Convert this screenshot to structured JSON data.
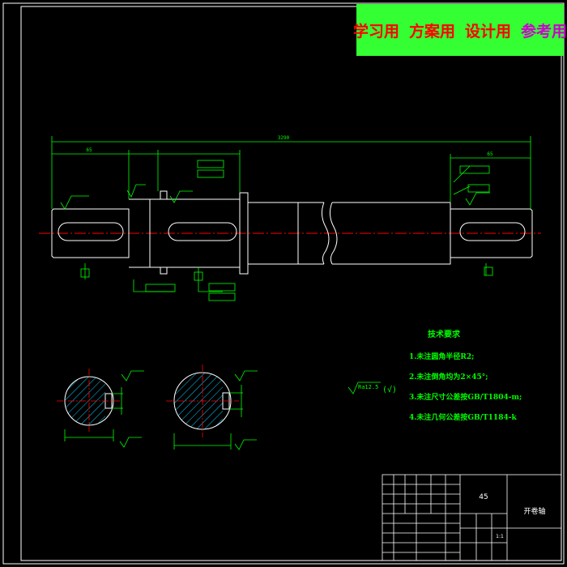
{
  "banner": {
    "study": "学习用",
    "plan": "方案用",
    "design": "设计用",
    "reference": "参考用",
    "colors": {
      "background": "#33ff33",
      "study": "#ff0000",
      "plan": "#ff0000",
      "design": "#ff0000",
      "reference": "#cc00cc"
    }
  },
  "tech_requirements": {
    "title": "技术要求",
    "items": [
      "1.未注圆角半径R2;",
      "2.未注倒角均为2×45°;",
      "3.未注尺寸公差按GB/T1804-m;",
      "4.未注几何公差按GB/T1184-k"
    ]
  },
  "surface_finish": {
    "value": "Ra12.5",
    "suffix": "(√)"
  },
  "dimensions": {
    "overall_length": "3290",
    "left_length": "65",
    "right_length": "65"
  },
  "title_block": {
    "material": "45",
    "part_name": "开卷轴",
    "scale": "1:1"
  },
  "colors": {
    "geometry": "#ffffff",
    "dimensions": "#00ff00",
    "centerline": "#ff0000",
    "hatch": "#00ccff"
  }
}
